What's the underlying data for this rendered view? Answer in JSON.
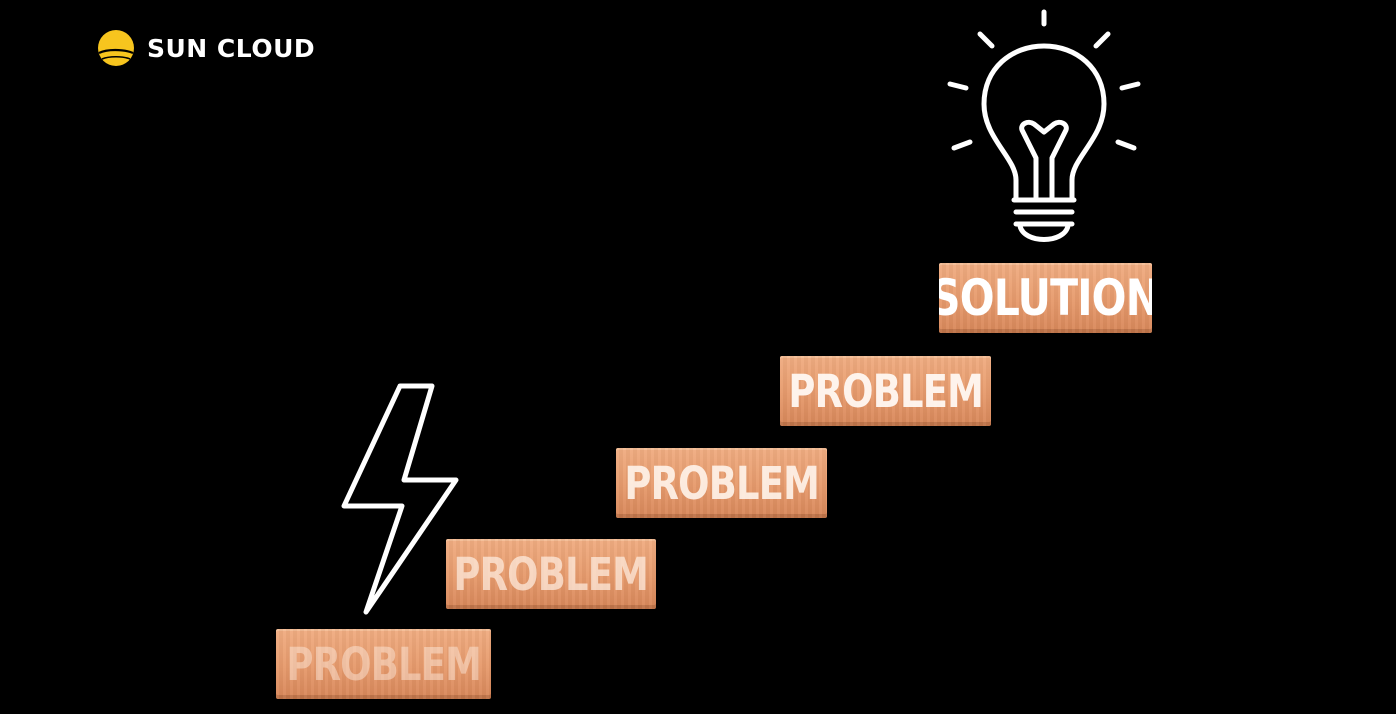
{
  "brand": {
    "name": "SUN CLOUD",
    "logo_icon": "sun-cloud-logo-icon",
    "logo_color": "#f7c51e"
  },
  "steps": [
    {
      "label": "PROBLEM"
    },
    {
      "label": "PROBLEM"
    },
    {
      "label": "PROBLEM"
    },
    {
      "label": "PROBLEM"
    },
    {
      "label": "SOLUTION"
    }
  ],
  "icons": {
    "bolt": "lightning-bolt-icon",
    "bulb": "light-bulb-icon"
  },
  "colors": {
    "background": "#000000",
    "block": "#e89c6f",
    "line_art": "#ffffff"
  }
}
